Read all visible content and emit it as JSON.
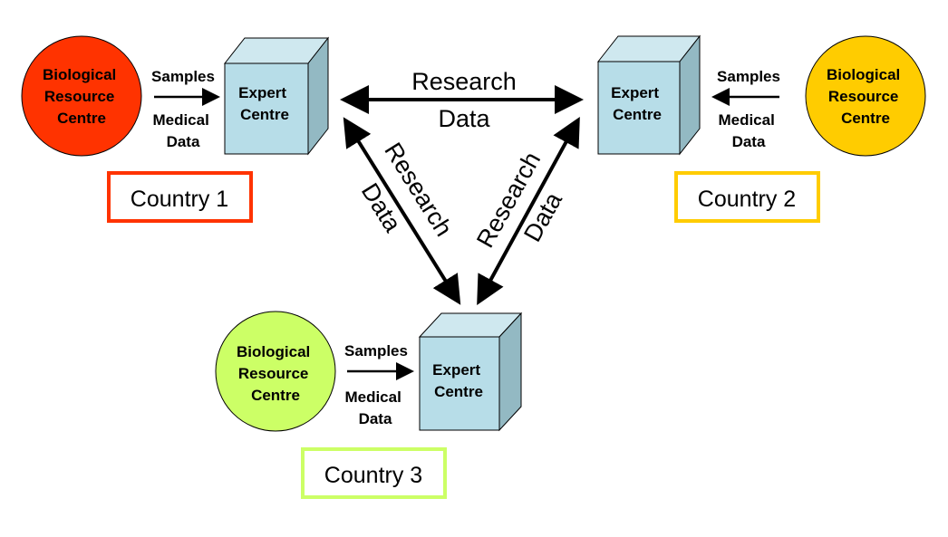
{
  "nodes": {
    "bio1": {
      "lines": [
        "Biological",
        "Resource",
        "Centre"
      ],
      "fill": "#ff3300",
      "text_color": "#000000"
    },
    "bio2": {
      "lines": [
        "Biological",
        "Resource",
        "Centre"
      ],
      "fill": "#ffcc00",
      "text_color": "#000000"
    },
    "bio3": {
      "lines": [
        "Biological",
        "Resource",
        "Centre"
      ],
      "fill": "#ccff66",
      "text_color": "#000000"
    },
    "expert1": {
      "lines": [
        "Expert",
        "Centre"
      ]
    },
    "expert2": {
      "lines": [
        "Expert",
        "Centre"
      ]
    },
    "expert3": {
      "lines": [
        "Expert",
        "Centre"
      ]
    }
  },
  "country_labels": {
    "c1": {
      "text": "Country 1",
      "border": "#ff3300"
    },
    "c2": {
      "text": "Country 2",
      "border": "#ffcc00"
    },
    "c3": {
      "text": "Country 3",
      "border": "#ccff66"
    }
  },
  "local_flows": {
    "f1": {
      "top": "Samples",
      "bottom": [
        "Medical",
        "Data"
      ]
    },
    "f2": {
      "top": "Samples",
      "bottom": [
        "Medical",
        "Data"
      ]
    },
    "f3": {
      "top": "Samples",
      "bottom": [
        "Medical",
        "Data"
      ]
    }
  },
  "research_links": {
    "r12": {
      "line1": "Research",
      "line2": "Data"
    },
    "r13": {
      "line1": "Research",
      "line2": "Data"
    },
    "r23": {
      "line1": "Research",
      "line2": "Data"
    }
  },
  "colors": {
    "cube_front": "#b7dde8",
    "cube_top": "#cfe8ef",
    "cube_side": "#93b9c3",
    "cube_edge": "#000000"
  }
}
